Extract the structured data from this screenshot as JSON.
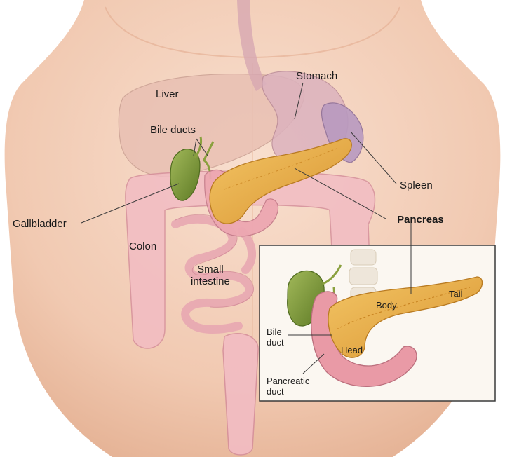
{
  "labels": {
    "liver": "Liver",
    "stomach": "Stomach",
    "bile_ducts": "Bile ducts",
    "spleen": "Spleen",
    "gallbladder": "Gallbladder",
    "pancreas": "Pancreas",
    "colon": "Colon",
    "small_intestine_line1": "Small",
    "small_intestine_line2": "intestine"
  },
  "inset": {
    "body": "Body",
    "tail": "Tail",
    "bile_duct_line1": "Bile",
    "bile_duct_line2": "duct",
    "head": "Head",
    "pancreatic_duct_line1": "Pancreatic",
    "pancreatic_duct_line2": "duct"
  },
  "colors": {
    "skin": "#f4d2bd",
    "skin_shadow": "#e8b79c",
    "pancreas": "#e8a93a",
    "pancreas_dark": "#c98422",
    "intestine": "#f2b9c0",
    "intestine_dark": "#d98e9a",
    "gallbladder": "#7f9a3a",
    "stomach": "#d9b3bf",
    "spleen": "#b99ac0",
    "inset_border": "#3a3a3a",
    "inset_bg": "#fbf7f1"
  }
}
